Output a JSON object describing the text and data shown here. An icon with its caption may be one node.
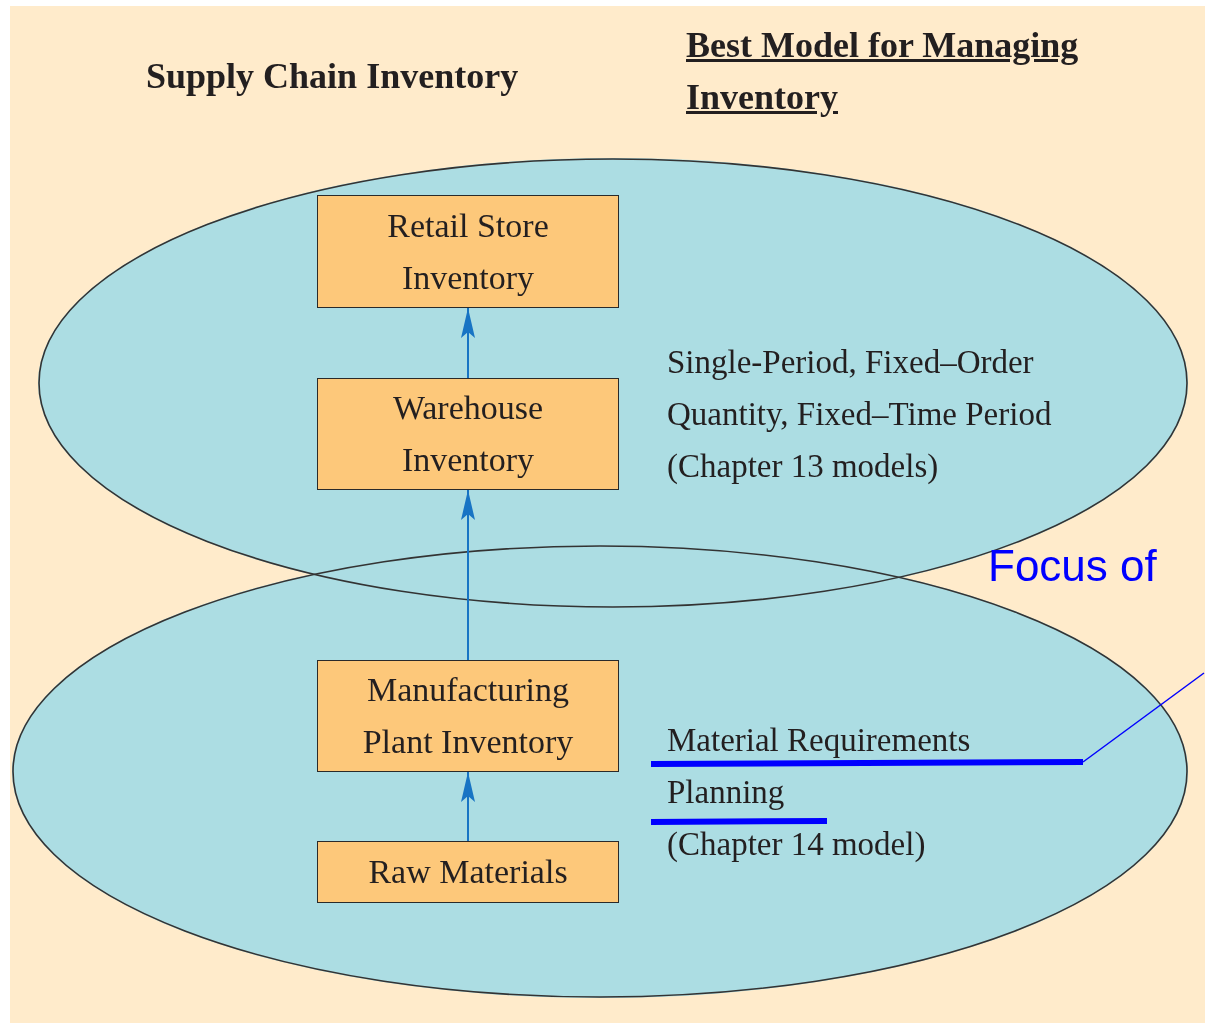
{
  "diagram": {
    "nodes": [
      {
        "text": [
          "Single-Period, Fixed–Order Quantity, Fixed–Time Period",
          "(Chapter 13 models)"
        ]
      },
      {
        "text": [
          "Retail Store Inventory"
        ],
        "in": 0
      },
      {
        "text": [
          "Warehouse Inventory"
        ],
        "in": 0
      },
      {
        "text": [
          "Material Requirements Planning",
          "(Chapter 14 model)"
        ]
      },
      {
        "text": [
          "Manufacturing Plant Inventory"
        ],
        "in": 3
      },
      {
        "text": [
          "Raw Materials"
        ],
        "in": 3
      }
    ],
    "edges": [
      {
        "from": 2,
        "to": 1,
        "arrow": "to"
      },
      {
        "from": 4,
        "to": 2,
        "arrow": "to"
      },
      {
        "from": 5,
        "to": 4,
        "arrow": "to"
      }
    ],
    "labels": [
      "Supply Chain Inventory",
      "Best Model for Managing Inventory",
      "Focus of"
    ]
  }
}
